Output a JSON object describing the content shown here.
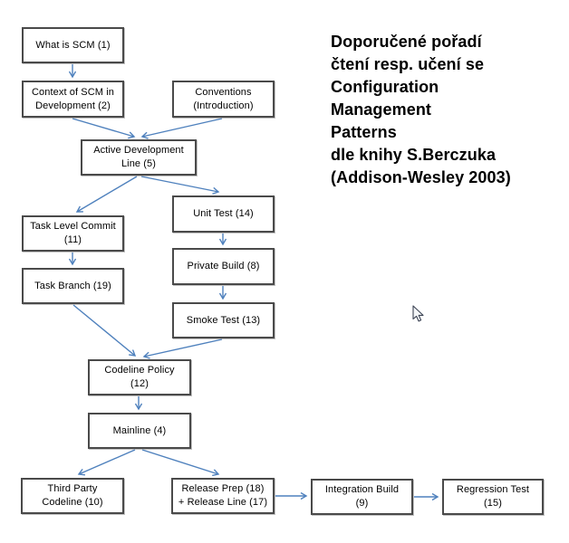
{
  "title": {
    "lines": [
      "Doporučené pořadí",
      "čtení resp. učení se",
      "Configuration",
      "Management",
      "Patterns",
      "dle knihy S.Berczuka",
      "(Addison-Wesley  2003)"
    ]
  },
  "diagram": {
    "nodes": [
      {
        "id": "what-is-scm",
        "lines": [
          "What is SCM  (1)"
        ]
      },
      {
        "id": "context-of-scm",
        "lines": [
          "Context of SCM in",
          "Development  (2)"
        ]
      },
      {
        "id": "conventions",
        "lines": [
          "Conventions",
          "(Introduction)"
        ]
      },
      {
        "id": "active-dev-line",
        "lines": [
          "Active Development",
          "Line (5)"
        ]
      },
      {
        "id": "task-level-commit",
        "lines": [
          "Task Level Commit",
          "(11)"
        ]
      },
      {
        "id": "task-branch",
        "lines": [
          "Task Branch  (19)"
        ]
      },
      {
        "id": "unit-test",
        "lines": [
          "Unit Test  (14)"
        ]
      },
      {
        "id": "private-build",
        "lines": [
          "Private Build  (8)"
        ]
      },
      {
        "id": "smoke-test",
        "lines": [
          "Smoke Test  (13)"
        ]
      },
      {
        "id": "codeline-policy",
        "lines": [
          "Codeline Policy",
          "(12)"
        ]
      },
      {
        "id": "mainline",
        "lines": [
          "Mainline (4)"
        ]
      },
      {
        "id": "third-party-codeline",
        "lines": [
          "Third Party",
          "Codeline (10)"
        ]
      },
      {
        "id": "release-prep",
        "lines": [
          "Release Prep  (18)",
          "+ Release Line (17)"
        ]
      },
      {
        "id": "integration-build",
        "lines": [
          "Integration Build",
          "(9)"
        ]
      },
      {
        "id": "regression-test",
        "lines": [
          "Regression Test",
          "(15)"
        ]
      }
    ],
    "edges": [
      {
        "from": "what-is-scm",
        "to": "context-of-scm"
      },
      {
        "from": "context-of-scm",
        "to": "active-dev-line"
      },
      {
        "from": "conventions",
        "to": "active-dev-line"
      },
      {
        "from": "active-dev-line",
        "to": "task-level-commit"
      },
      {
        "from": "active-dev-line",
        "to": "unit-test"
      },
      {
        "from": "task-level-commit",
        "to": "task-branch"
      },
      {
        "from": "unit-test",
        "to": "private-build"
      },
      {
        "from": "private-build",
        "to": "smoke-test"
      },
      {
        "from": "task-branch",
        "to": "codeline-policy"
      },
      {
        "from": "smoke-test",
        "to": "codeline-policy"
      },
      {
        "from": "codeline-policy",
        "to": "mainline"
      },
      {
        "from": "mainline",
        "to": "third-party-codeline"
      },
      {
        "from": "mainline",
        "to": "release-prep"
      },
      {
        "from": "release-prep",
        "to": "integration-build"
      },
      {
        "from": "integration-build",
        "to": "regression-test"
      }
    ],
    "colors": {
      "arrow": "#4f81bd",
      "box_border": "#4a4a4a",
      "box_fill": "#ffffff",
      "text": "#000000"
    }
  },
  "cursor": {
    "name": "arrow-cursor"
  }
}
